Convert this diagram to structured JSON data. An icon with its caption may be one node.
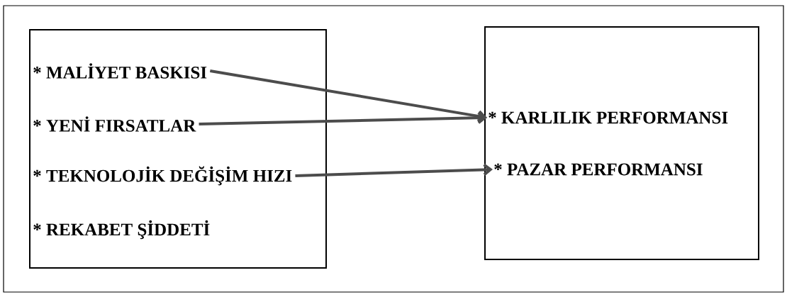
{
  "diagram": {
    "nodes": [
      {
        "text": [],
        "shape": "box"
      },
      {
        "text": [
          "* MALİYET BASKISI"
        ],
        "in": 0
      },
      {
        "text": [
          "* YENİ FIRSATLAR"
        ],
        "in": 0
      },
      {
        "text": [
          "* TEKNOLOJİK DEĞİŞİM HIZI"
        ],
        "in": 0
      },
      {
        "text": [
          "* REKABET ŞİDDETİ"
        ],
        "in": 0
      },
      {
        "text": [],
        "shape": "box"
      },
      {
        "text": [
          "* KARLILIK PERFORMANSI"
        ],
        "in": 5
      },
      {
        "text": [
          "* PAZAR PERFORMANSI"
        ],
        "in": 5
      }
    ],
    "edges": [
      {
        "from": 1,
        "to": 6,
        "arrow": "to"
      },
      {
        "from": 2,
        "to": 6,
        "arrow": "to"
      },
      {
        "from": 3,
        "to": 7,
        "arrow": "to"
      }
    ]
  }
}
